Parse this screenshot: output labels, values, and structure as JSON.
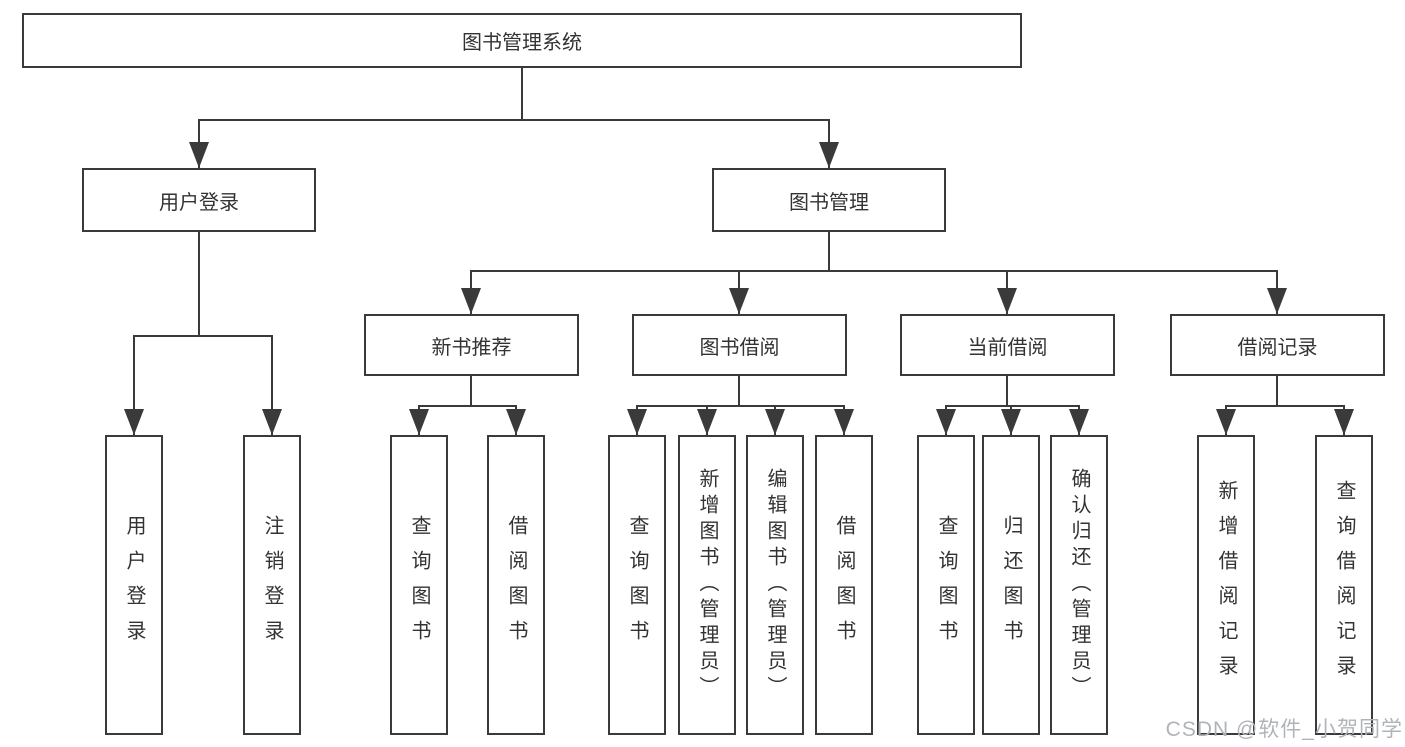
{
  "diagram": {
    "root": {
      "label": "图书管理系统"
    },
    "level2": [
      {
        "label": "用户登录"
      },
      {
        "label": "图书管理"
      }
    ],
    "level3": [
      {
        "label": "新书推荐"
      },
      {
        "label": "图书借阅"
      },
      {
        "label": "当前借阅"
      },
      {
        "label": "借阅记录"
      }
    ],
    "leaves": {
      "user_login": [
        "用户登录",
        "注销登录"
      ],
      "new_books": [
        "查询图书",
        "借阅图书"
      ],
      "book_borrow": [
        "查询图书",
        "新增图书（管理员）",
        "编辑图书（管理员）",
        "借阅图书"
      ],
      "current_borrow": [
        "查询图书",
        "归还图书",
        "确认归还（管理员）"
      ],
      "borrow_records": [
        "新增借阅记录",
        "查询借阅记录"
      ]
    },
    "watermark": "CSDN @软件_小贺同学",
    "colors": {
      "line": "#3a3a3a",
      "text": "#333333",
      "watermark": "#b0b4b8",
      "background": "#ffffff"
    }
  }
}
